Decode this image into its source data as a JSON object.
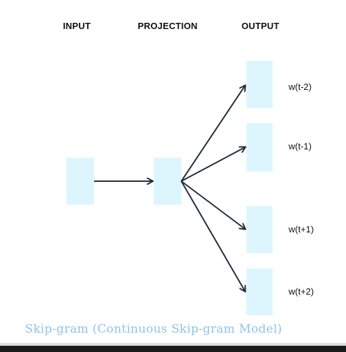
{
  "headers": {
    "input": "INPUT",
    "projection": "PROJECTION",
    "output": "OUTPUT"
  },
  "outputs": [
    {
      "label": "w(t-2)"
    },
    {
      "label": "w(t-1)"
    },
    {
      "label": "w(t+1)"
    },
    {
      "label": "w(t+2)"
    }
  ],
  "caption": "Skip-gram (Continuous Skip-gram Model)",
  "colors": {
    "node_fill": "#ddf6fd",
    "arrow": "#1f2e3d",
    "caption": "#8ec3e8"
  }
}
